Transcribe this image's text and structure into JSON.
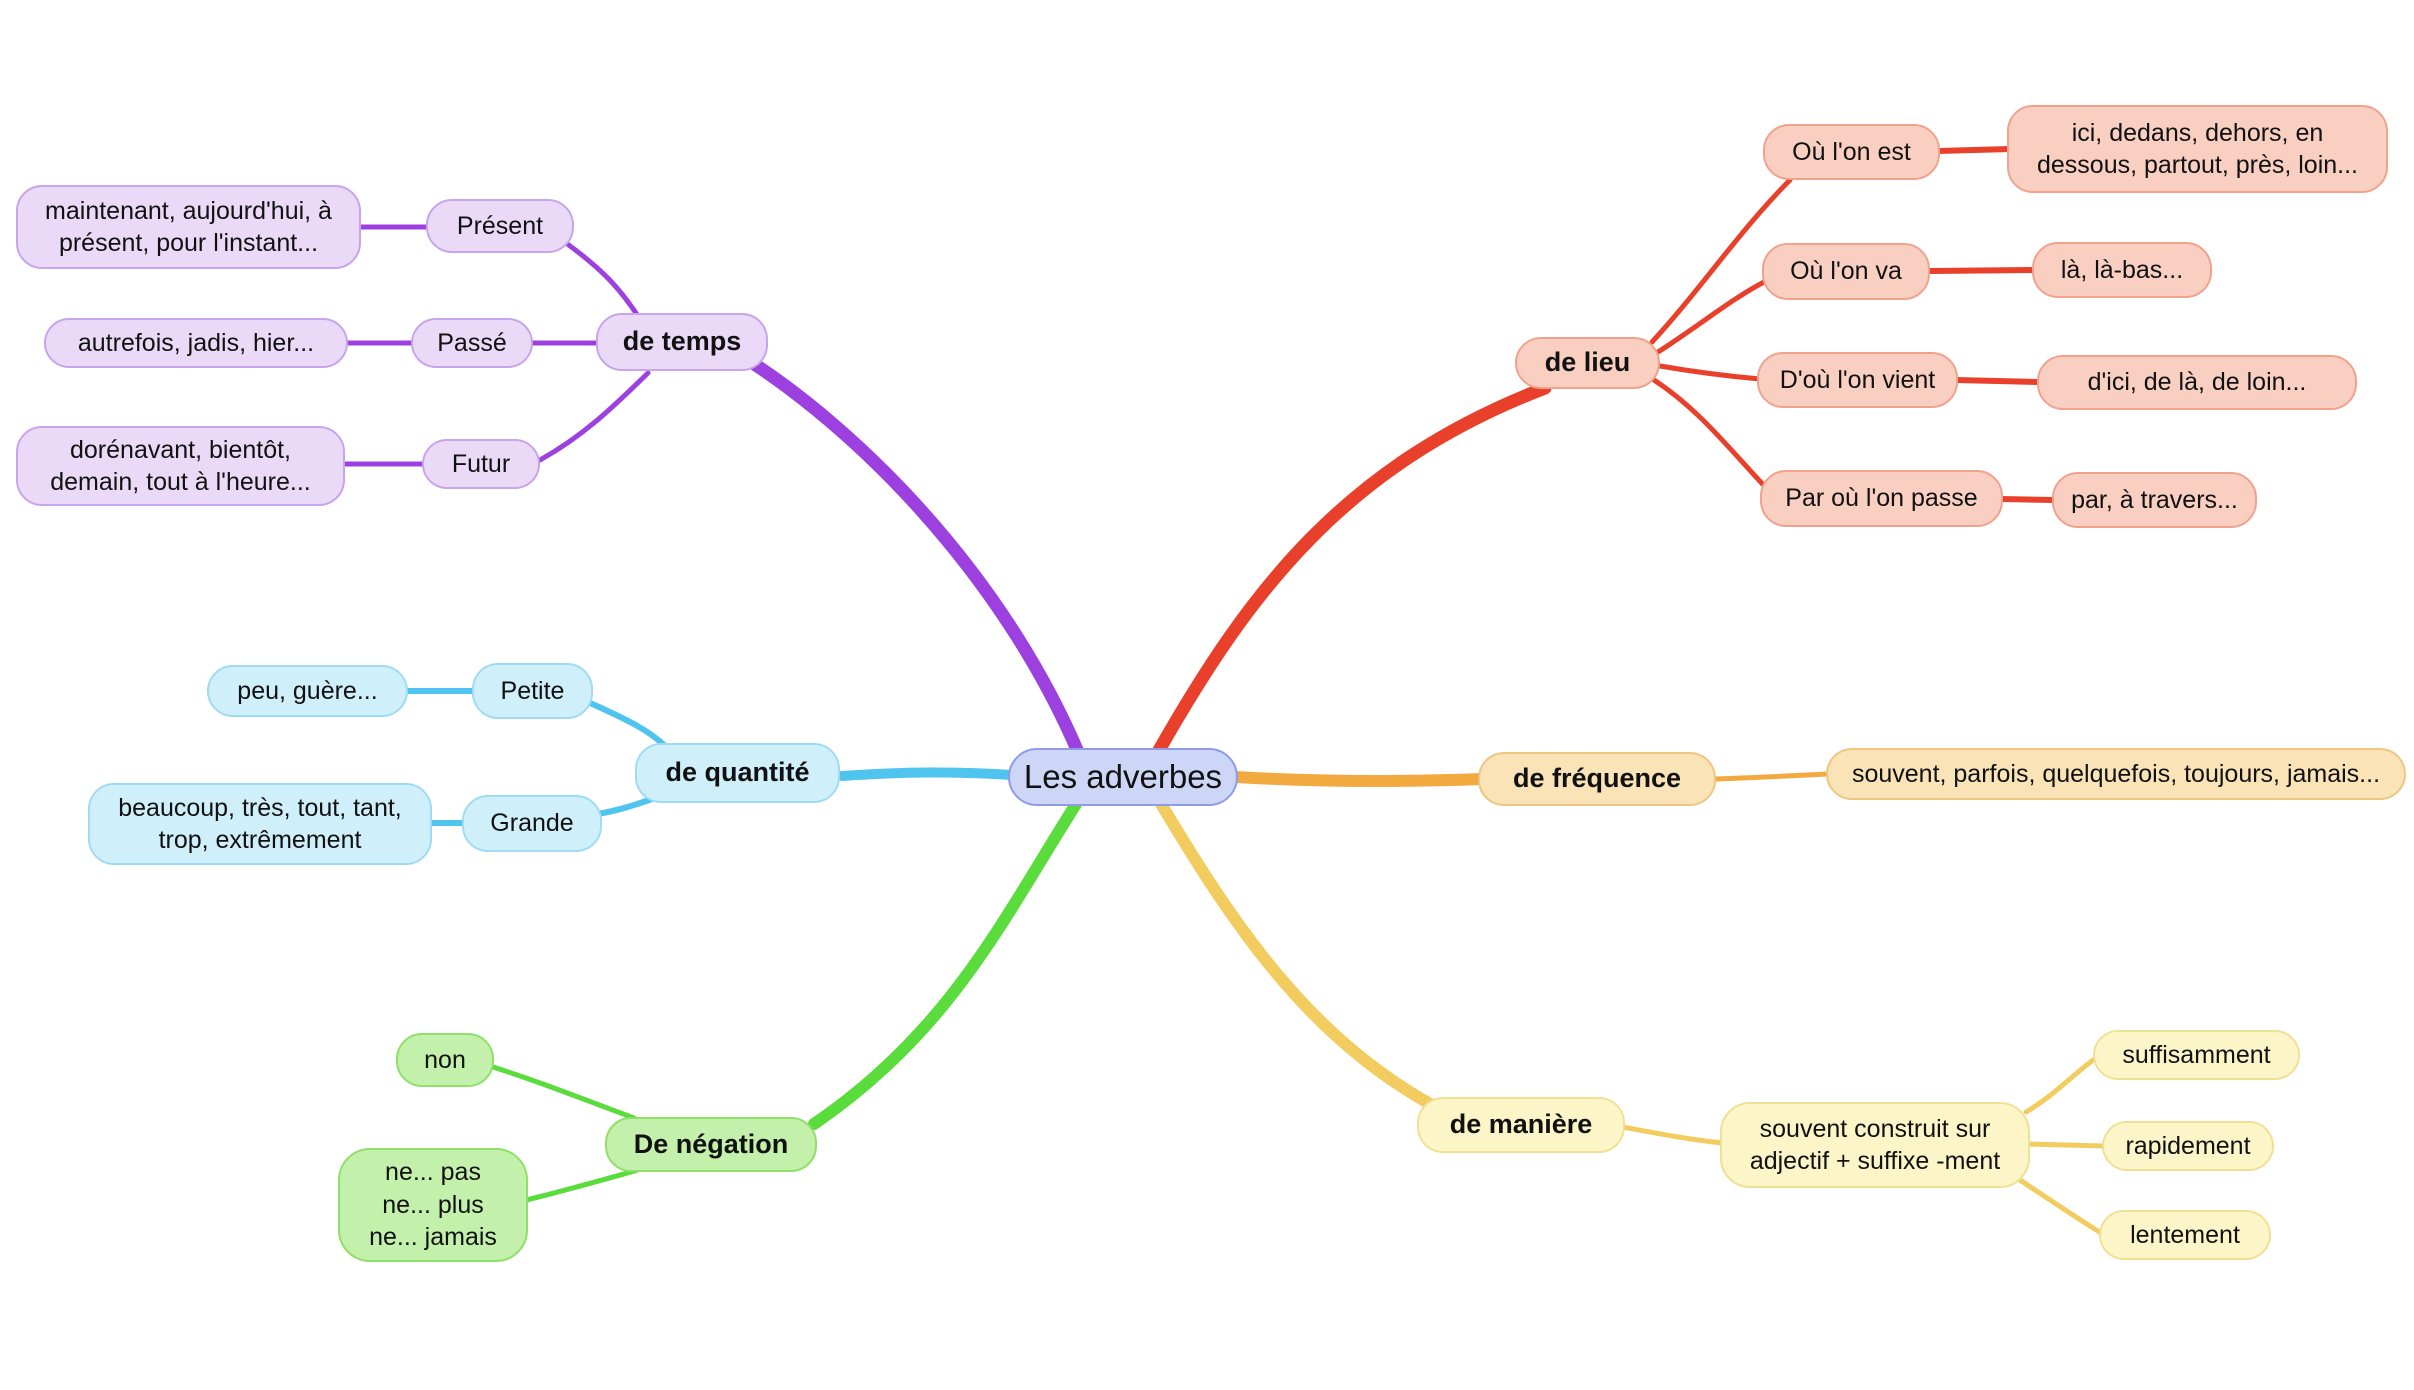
{
  "title": "Les adverbes",
  "center": {
    "label": "Les adverbes",
    "fill": "#CDD6F7",
    "border": "#8D9BE9"
  },
  "branches": {
    "temps": {
      "label": "de temps",
      "edge": "#9C41DF",
      "fill": "#EADAF8",
      "border": "#C7A4EB",
      "children": [
        {
          "label": "Présent",
          "leaf": "maintenant, aujourd'hui, à\nprésent, pour l'instant..."
        },
        {
          "label": "Passé",
          "leaf": "autrefois, jadis, hier..."
        },
        {
          "label": "Futur",
          "leaf": "dorénavant, bientôt,\ndemain, tout à l'heure..."
        }
      ]
    },
    "lieu": {
      "label": "de lieu",
      "edge": "#E8402A",
      "fill": "#F8CFC1",
      "border": "#F0A28D",
      "children": [
        {
          "label": "Où l'on est",
          "leaf": "ici, dedans, dehors, en\ndessous, partout, près, loin..."
        },
        {
          "label": "Où l'on va",
          "leaf": "là, là-bas..."
        },
        {
          "label": "D'où l'on vient",
          "leaf": "d'ici, de là, de loin..."
        },
        {
          "label": "Par où l'on passe",
          "leaf": "par, à travers..."
        }
      ]
    },
    "quantite": {
      "label": "de quantité",
      "edge": "#4EC4EF",
      "fill": "#CFEFFB",
      "border": "#9FDBF2",
      "children": [
        {
          "label": "Petite",
          "leaf": "peu, guère..."
        },
        {
          "label": "Grande",
          "leaf": "beaucoup, très, tout, tant,\ntrop, extrêmement"
        }
      ]
    },
    "frequence": {
      "label": "de fréquence",
      "edge": "#F2A93F",
      "fill": "#F9E3B7",
      "border": "#EFC680",
      "children": [
        {
          "leaf": "souvent, parfois, quelquefois, toujours, jamais..."
        }
      ]
    },
    "negation": {
      "label": "De négation",
      "edge": "#5ADC3C",
      "fill": "#C3F0AB",
      "border": "#8EE069",
      "children": [
        {
          "leaf": "non"
        },
        {
          "leaf": "ne... pas\nne... plus\nne... jamais"
        }
      ]
    },
    "maniere": {
      "label": "de manière",
      "edge": "#F2CC5E",
      "fill": "#FCF5C8",
      "border": "#F0E094",
      "children": [
        {
          "label": "souvent construit sur\nadjectif + suffixe -ment"
        },
        {
          "leaf": "suffisamment"
        },
        {
          "leaf": "rapidement"
        },
        {
          "leaf": "lentement"
        }
      ]
    }
  }
}
